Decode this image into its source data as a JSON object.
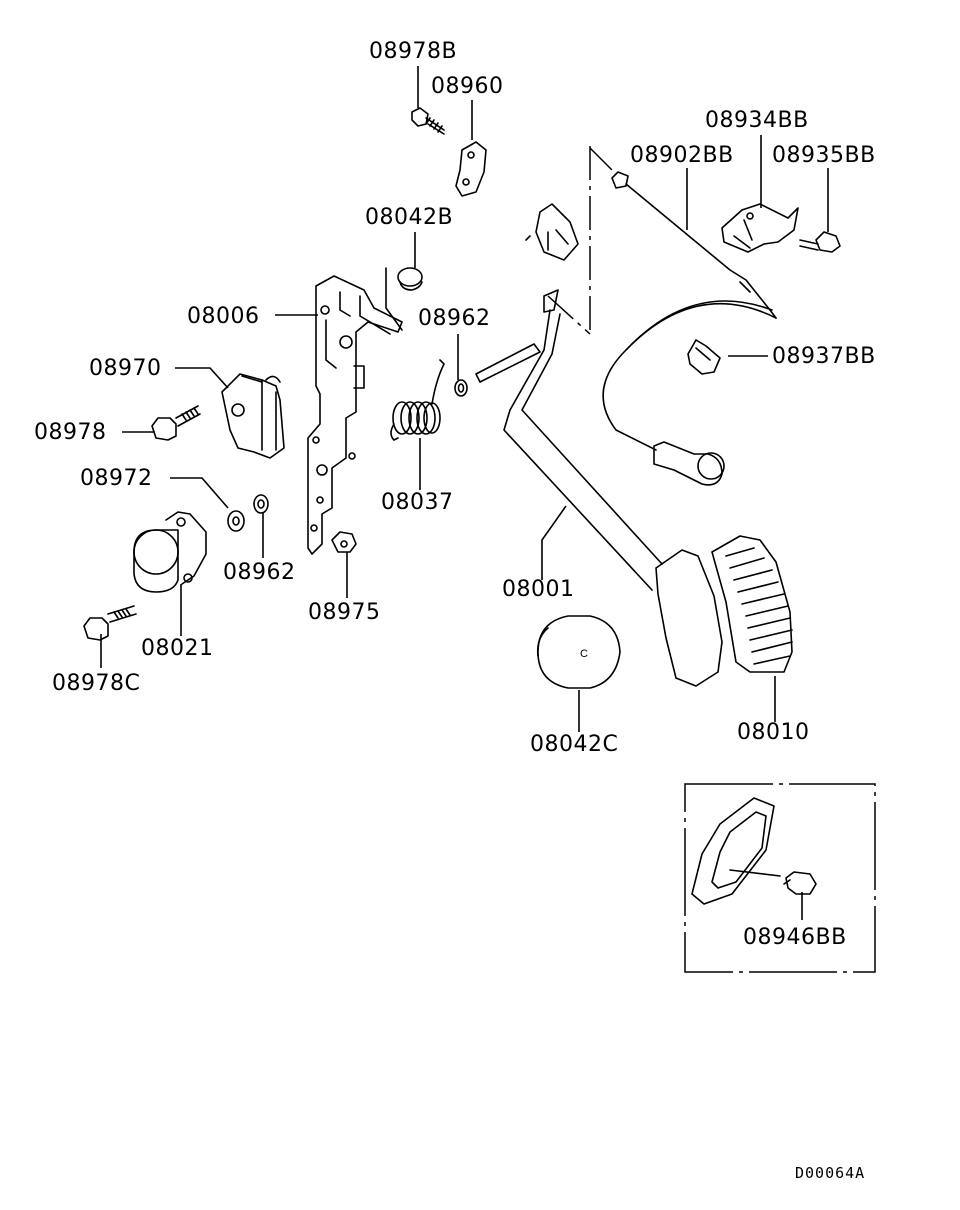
{
  "diagram": {
    "drawing_code": "D00064A",
    "callouts": [
      {
        "id": "08978B"
      },
      {
        "id": "08960"
      },
      {
        "id": "08934BB"
      },
      {
        "id": "08902BB"
      },
      {
        "id": "08935BB"
      },
      {
        "id": "08042B"
      },
      {
        "id": "08006"
      },
      {
        "id": "08962"
      },
      {
        "id": "08937BB"
      },
      {
        "id": "08970"
      },
      {
        "id": "08978"
      },
      {
        "id": "08972"
      },
      {
        "id": "08037"
      },
      {
        "id": "08962"
      },
      {
        "id": "08975"
      },
      {
        "id": "08001"
      },
      {
        "id": "08021"
      },
      {
        "id": "08978C"
      },
      {
        "id": "08042C"
      },
      {
        "id": "08010"
      },
      {
        "id": "08946BB"
      }
    ],
    "cap_mark": "C"
  }
}
